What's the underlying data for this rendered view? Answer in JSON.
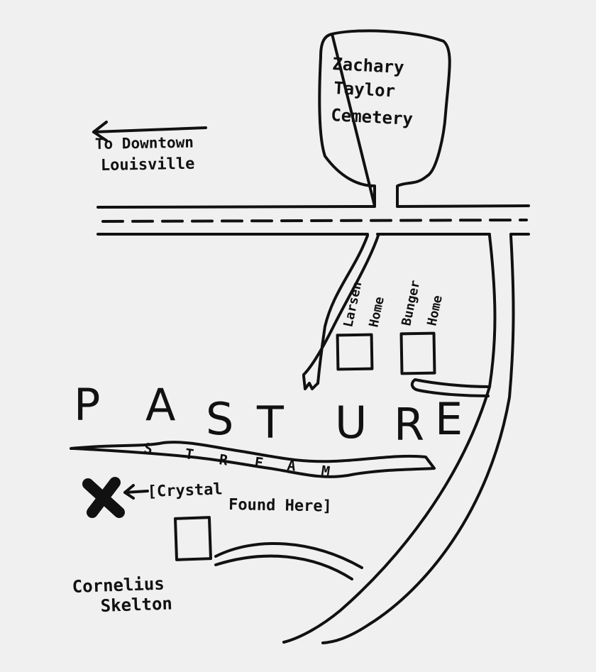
{
  "map": {
    "cemetery_label_lines": [
      "Zachary",
      "Taylor",
      "Cemetery"
    ],
    "direction_label_lines": [
      "To Downtown",
      "Louisville"
    ],
    "home_labels": {
      "larsen": [
        "Larsen",
        "Home"
      ],
      "bunger": [
        "Bunger",
        "Home"
      ]
    },
    "pasture_letters": [
      "P",
      "A",
      "S",
      "T",
      "U",
      "R",
      "E"
    ],
    "stream_letters": [
      "S",
      "T",
      "R",
      "E",
      "A",
      "M"
    ],
    "crystal_label_lines": [
      "[Crystal",
      "Found Here]"
    ],
    "skelton_label_lines": [
      "Cornelius",
      "Skelton"
    ],
    "icons": {
      "site_marker": "x-marker-icon",
      "pointer": "arrow-left-icon",
      "direction_arrow": "arrow-left-icon"
    },
    "colors": {
      "background": "#f0f0f0",
      "ink": "#111111"
    }
  }
}
